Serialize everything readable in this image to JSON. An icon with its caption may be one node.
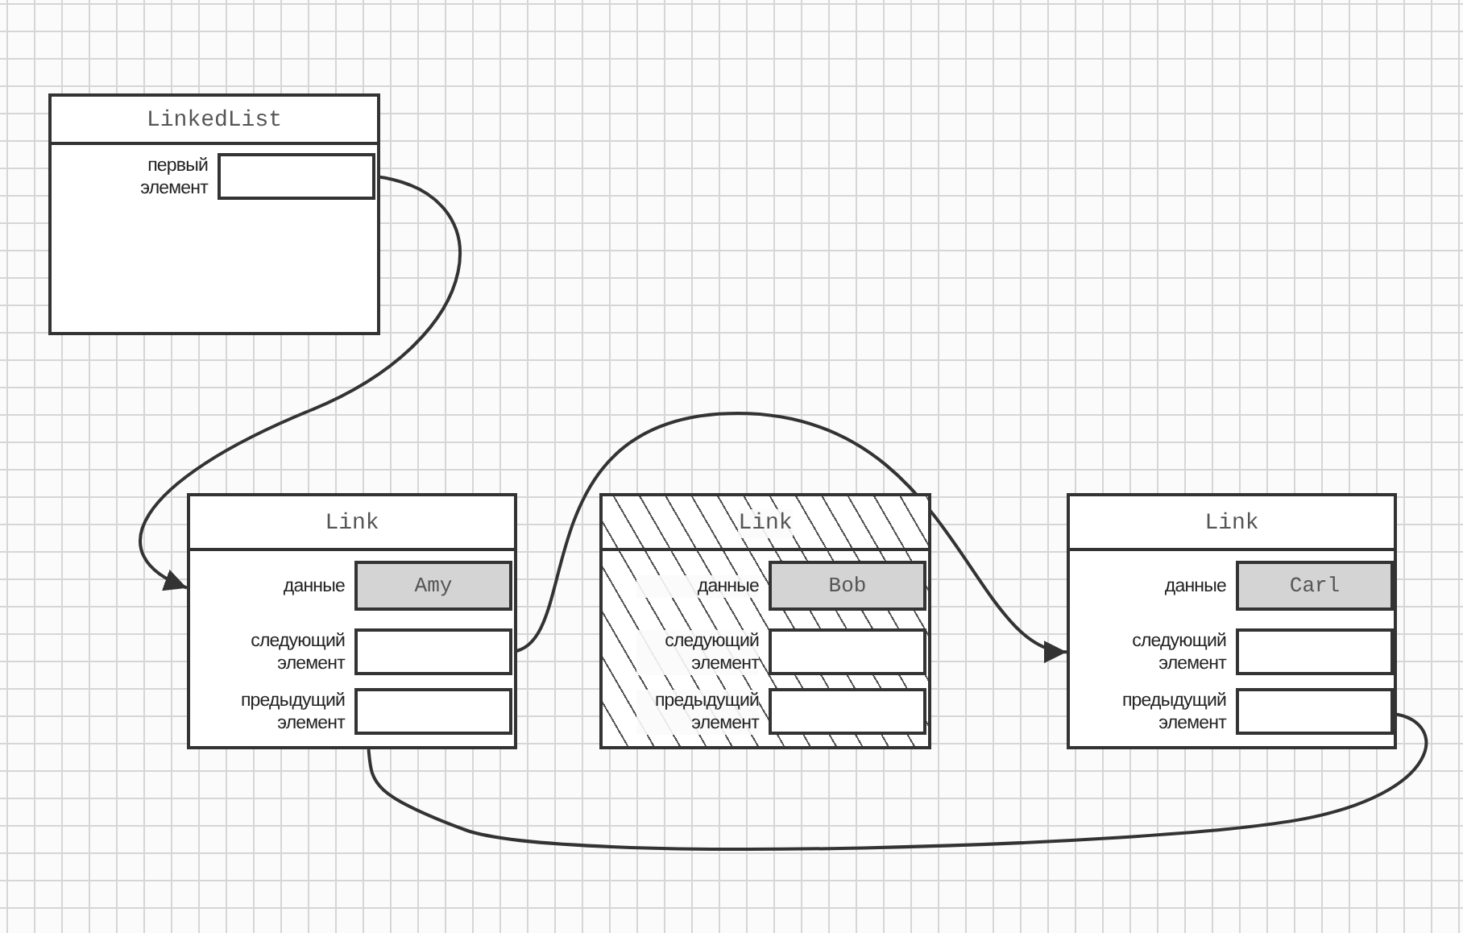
{
  "diagram": {
    "nodes": [
      {
        "text": [
          "LinkedList"
        ]
      },
      {
        "text": [],
        "shape": "box",
        "in": 0,
        "beside": [
          "первый элемент"
        ]
      },
      {
        "text": [
          "Link"
        ]
      },
      {
        "text": [
          "Amy"
        ],
        "in": 2,
        "beside": [
          "данные"
        ]
      },
      {
        "text": [],
        "shape": "box",
        "in": 2,
        "beside": [
          "следующий элемент"
        ]
      },
      {
        "text": [],
        "shape": "box",
        "in": 2,
        "beside": [
          "предыдущий элемент"
        ]
      },
      {
        "text": [
          "Link"
        ]
      },
      {
        "text": [
          "Bob"
        ],
        "in": 6,
        "beside": [
          "данные"
        ]
      },
      {
        "text": [],
        "shape": "box",
        "in": 6,
        "beside": [
          "следующий элемент"
        ]
      },
      {
        "text": [],
        "shape": "box",
        "in": 6,
        "beside": [
          "предыдущий элемент"
        ]
      },
      {
        "text": [
          "Link"
        ]
      },
      {
        "text": [
          "Carl"
        ],
        "in": 10,
        "beside": [
          "данные"
        ]
      },
      {
        "text": [],
        "shape": "box",
        "in": 10,
        "beside": [
          "следующий элемент"
        ]
      },
      {
        "text": [],
        "shape": "box",
        "in": 10,
        "beside": [
          "предыдущий элемент"
        ]
      }
    ],
    "edges": [
      {
        "from": 1,
        "to": 2,
        "arrow": "to"
      },
      {
        "from": 4,
        "to": 10,
        "arrow": "to"
      },
      {
        "from": 13,
        "to": 2,
        "arrow": "none"
      }
    ]
  }
}
